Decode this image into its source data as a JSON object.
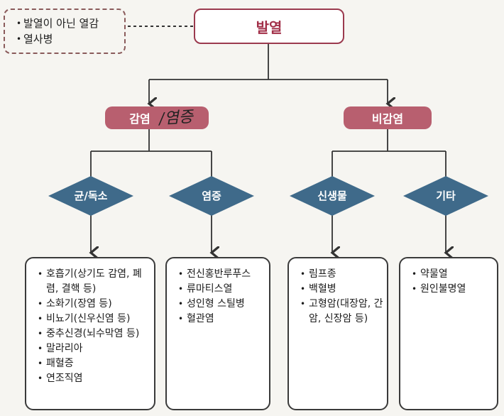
{
  "note": {
    "items": [
      "발열이 아닌 열감",
      "열사병"
    ]
  },
  "root": {
    "label": "발열"
  },
  "branches": [
    {
      "label": "감염",
      "handwritten": "/염증",
      "children": [
        {
          "label": "균/독소",
          "items": [
            "호흡기(상기도 감염, 폐렴, 결핵 등)",
            "소화기(장염 등)",
            "비뇨기(신우신염 등)",
            "중추신경(뇌수막염 등)",
            "말라리아",
            "패혈증",
            "연조직염"
          ]
        },
        {
          "label": "염증",
          "items": [
            "전신홍반루푸스",
            "류마티스열",
            "성인형 스틸병",
            "혈관염"
          ]
        }
      ]
    },
    {
      "label": "비감염",
      "children": [
        {
          "label": "신생물",
          "items": [
            "림프종",
            "백혈병",
            "고형암(대장암, 간암, 신장암 등)"
          ]
        },
        {
          "label": "기타",
          "items": [
            "약물열",
            "원인불명열"
          ]
        }
      ]
    }
  ],
  "colors": {
    "root_border": "#9b3a4e",
    "pill": "#b85f6f",
    "diamond": "#3f6a8a",
    "line": "#333333"
  }
}
